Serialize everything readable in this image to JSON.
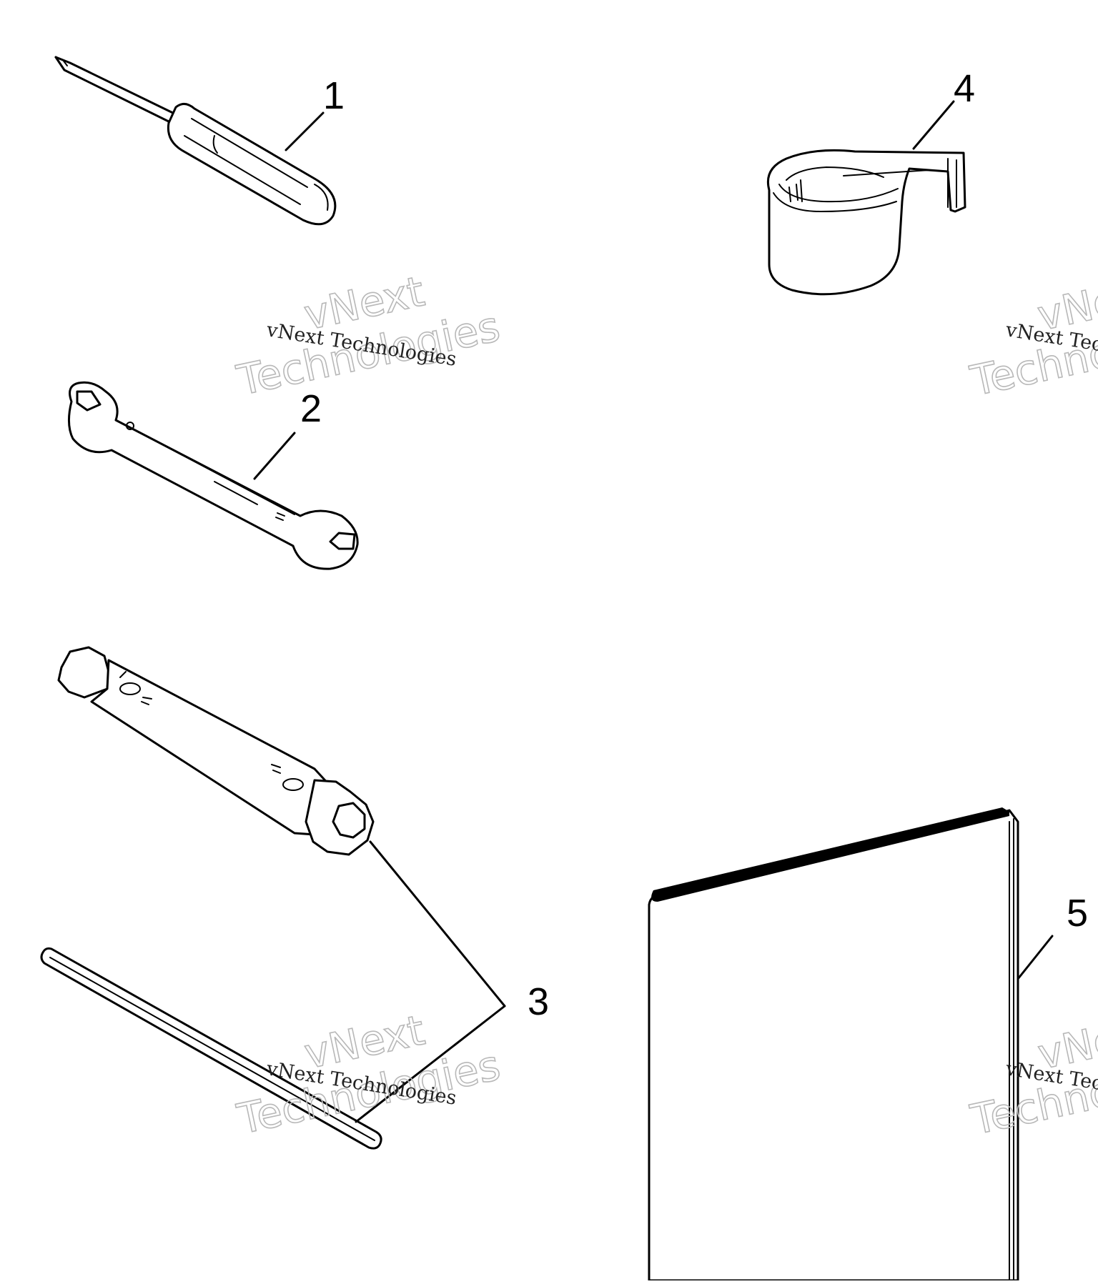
{
  "diagram": {
    "callouts": [
      {
        "id": "1",
        "label": "1"
      },
      {
        "id": "2",
        "label": "2"
      },
      {
        "id": "3",
        "label": "3"
      },
      {
        "id": "4",
        "label": "4"
      },
      {
        "id": "5",
        "label": "5"
      }
    ],
    "watermark": {
      "small": "vNext Technologies",
      "big_line1": "vNext",
      "big_line2": "Technologies"
    },
    "colors": {
      "ink": "#000000",
      "background": "#ffffff",
      "watermark": "#b8b8b8"
    }
  }
}
